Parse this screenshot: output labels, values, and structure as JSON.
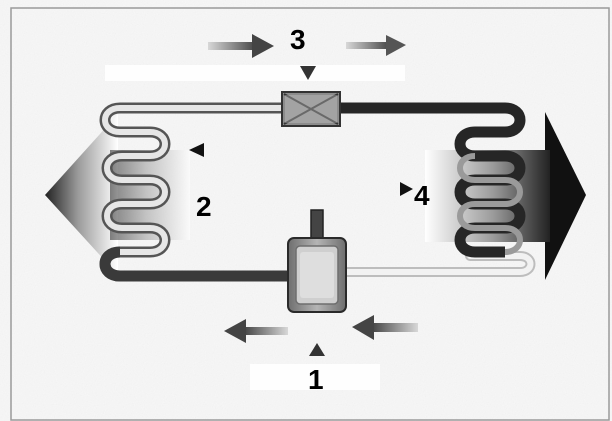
{
  "diagram": {
    "labels": {
      "compressor": "1",
      "condenser": "2",
      "expansion_valve": "3",
      "evaporator": "4"
    },
    "colors": {
      "background": "#f7f7f7",
      "frame": "#9a9a9a",
      "hot_line": "#3a3a3a",
      "cold_line": "#d8d8d8",
      "component": "#8a8a8a",
      "arrow": "#555555",
      "label": "#000000"
    }
  }
}
